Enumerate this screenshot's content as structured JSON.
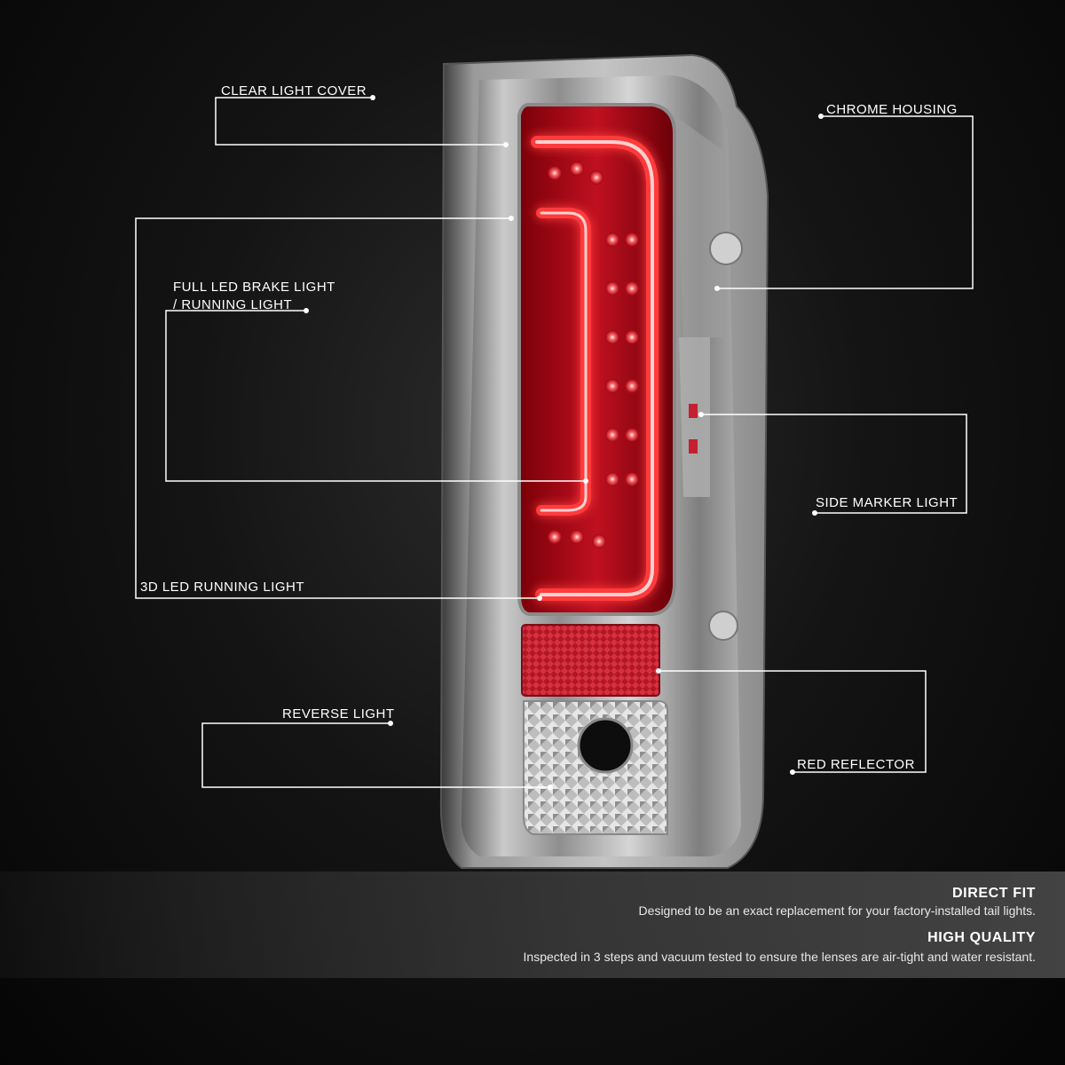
{
  "callouts": {
    "clear_light_cover": "CLEAR LIGHT COVER",
    "chrome_housing": "CHROME HOUSING",
    "full_led_brake_line1": "FULL LED BRAKE LIGHT",
    "full_led_brake_line2": "/ RUNNING LIGHT",
    "side_marker_light": "SIDE MARKER LIGHT",
    "led_running_light_3d": "3D LED RUNNING LIGHT",
    "reverse_light": "REVERSE LIGHT",
    "red_reflector": "RED REFLECTOR"
  },
  "features": [
    {
      "title": "DIRECT FIT",
      "description": "Designed to be an exact replacement for your factory-installed tail lights."
    },
    {
      "title": "HIGH QUALITY",
      "description": "Inspected in 3 steps and vacuum tested to ensure the lenses are air-tight and water resistant."
    }
  ],
  "colors": {
    "background": "#0a0a0a",
    "led_red": "#e0202a",
    "led_glow": "#ff4a4a",
    "chrome": "#b8b8b8",
    "reflector_red": "#c81e2a",
    "callout_line": "#ffffff"
  }
}
